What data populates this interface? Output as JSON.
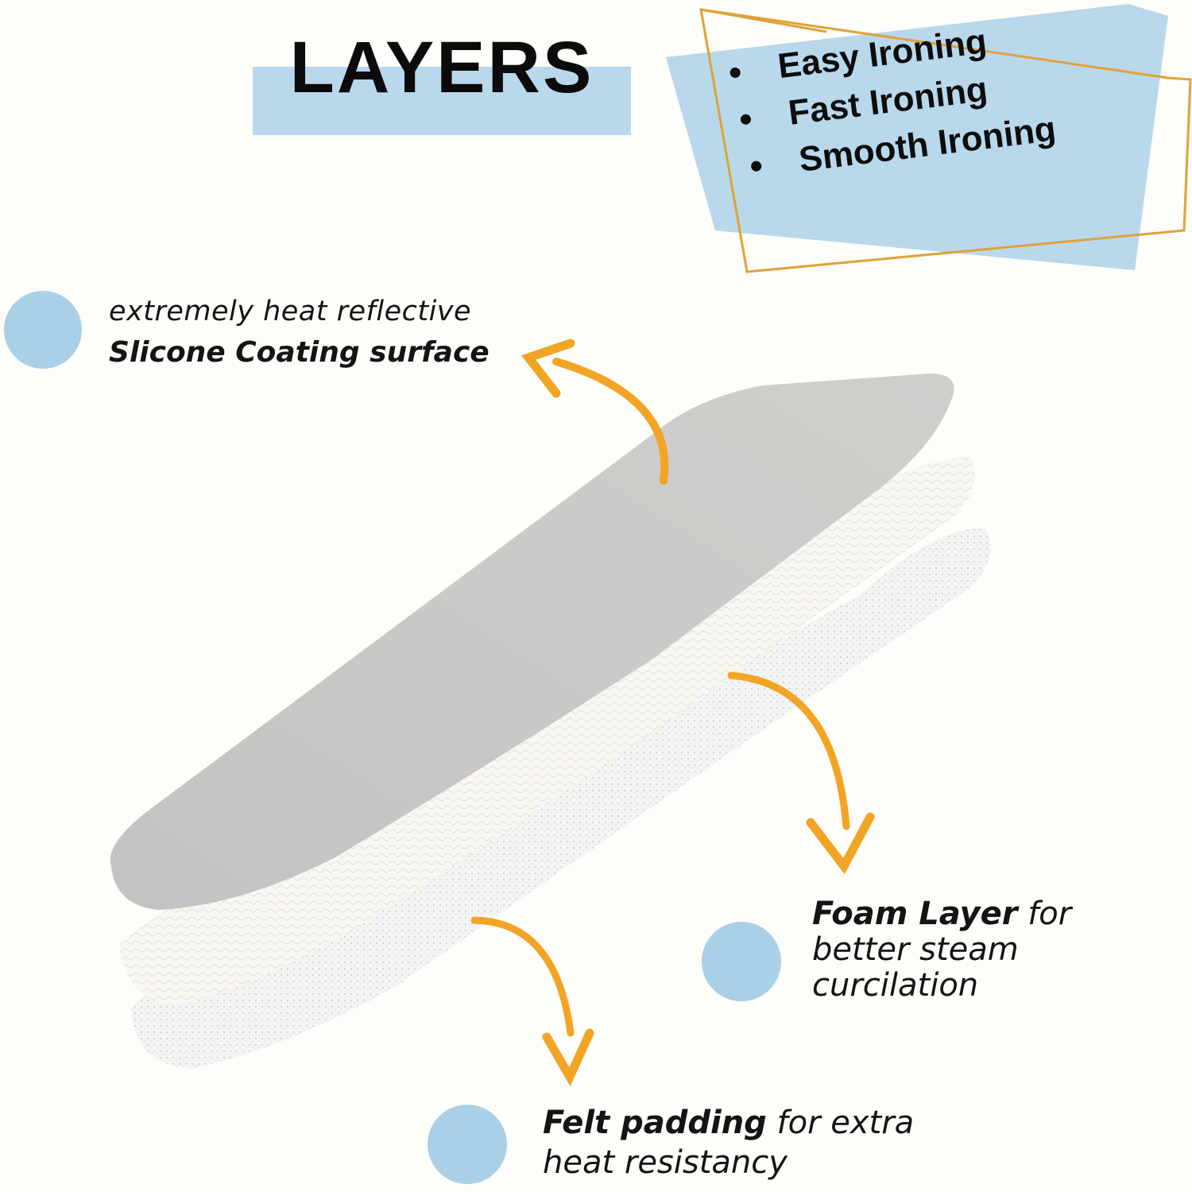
{
  "header": {
    "title": "LAYERS",
    "band_color": "#b9d8ec"
  },
  "benefits": {
    "panel_color": "#b9d8ec",
    "frame_color": "#e0a23a",
    "items": [
      {
        "label": "Easy Ironing"
      },
      {
        "label": "Fast Ironing"
      },
      {
        "label": "Smooth Ironing"
      }
    ]
  },
  "callouts": [
    {
      "id": "silicone",
      "line1": "extremely heat reflective",
      "bold": "Slicone Coating surface",
      "rest": "",
      "dot_color": "#a9d0e7"
    },
    {
      "id": "foam",
      "bold": "Foam Layer",
      "rest_line1": " for",
      "rest_line2": "better steam",
      "rest_line3": "curcilation",
      "dot_color": "#a9d0e7"
    },
    {
      "id": "felt",
      "bold": "Felt padding",
      "rest_line1": " for extra",
      "rest_line2": "heat resistancy",
      "dot_color": "#a9d0e7"
    }
  ],
  "colors": {
    "background": "#fdfdf9",
    "arrow": "#f2a424",
    "cover": "#c9c7c6",
    "foam": "#f5f4ee",
    "felt": "#eef0f2"
  }
}
